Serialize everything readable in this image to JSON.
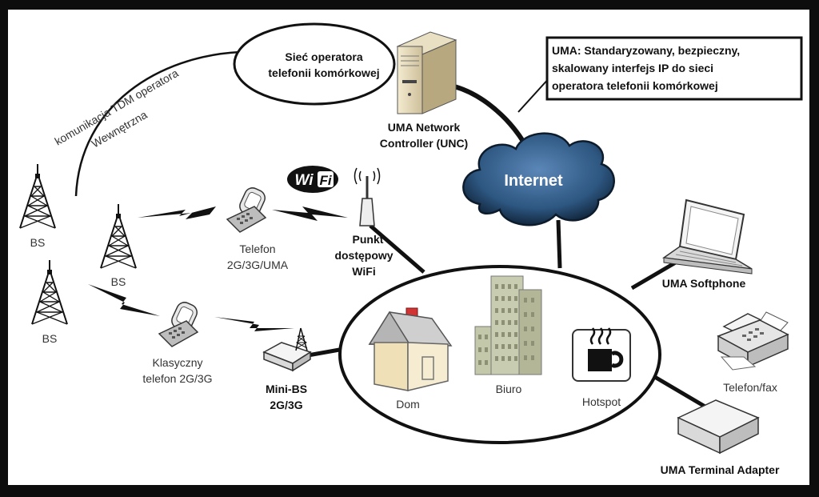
{
  "diagram": {
    "internal_link_label_line1": "Wewnętrzna",
    "internal_link_label_line2": "komunikacja TDM operatora",
    "operator_network_line1": "Sieć operatora",
    "operator_network_line2": "telefonii komórkowej",
    "unc_label_line1": "UMA Network",
    "unc_label_line2": "Controller (UNC)",
    "uma_note_line1": "UMA: Standaryzowany, bezpieczny,",
    "uma_note_line2": "skalowany interfejs IP do sieci",
    "uma_note_line3": "operatora telefonii komórkowej",
    "internet_label": "Internet",
    "wifi_logo_text": "Wi Fi",
    "bs_label_top": "BS",
    "bs_label_middle": "BS",
    "bs_label_bottom": "BS",
    "phone_uma_line1": "Telefon",
    "phone_uma_line2": "2G/3G/UMA",
    "access_point_line1": "Punkt",
    "access_point_line2": "dostępowy",
    "access_point_line3": "WiFi",
    "classic_phone_line1": "Klasyczny",
    "classic_phone_line2": "telefon 2G/3G",
    "mini_bs_line1": "Mini-BS",
    "mini_bs_line2": "2G/3G",
    "home_label": "Dom",
    "office_label": "Biuro",
    "hotspot_label": "Hotspot",
    "softphone_label": "UMA Softphone",
    "phone_fax_label": "Telefon/fax",
    "terminal_adapter_label": "UMA Terminal Adapter"
  },
  "colors": {
    "frame": "#0d0d0d",
    "background": "#ffffff",
    "cloud": "#2d5680",
    "building": "#c8ccb0",
    "house_roof": "#cfcfcf",
    "house_wall": "#f3e7c7",
    "chimney": "#d23333"
  }
}
